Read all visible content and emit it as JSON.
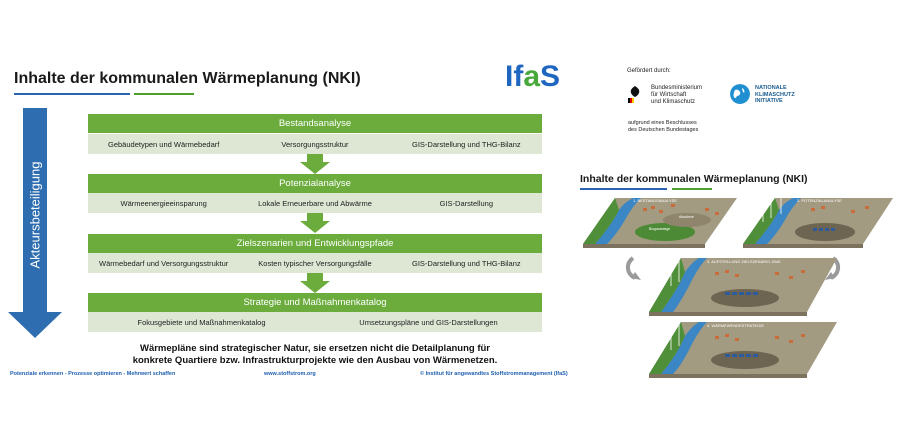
{
  "header": {
    "title": "Inhalte der kommunalen Wärmeplanung (NKI)",
    "logo_part1": "If",
    "logo_part2": "a",
    "logo_part3": "S"
  },
  "side_arrow": {
    "label": "Akteursbeteiligung"
  },
  "steps": [
    {
      "title": "Bestandsanalyse",
      "items": [
        "Gebäudetypen und Wärmebedarf",
        "Versorgungsstruktur",
        "GIS-Darstellung und THG-Bilanz"
      ]
    },
    {
      "title": "Potenzialanalyse",
      "items": [
        "Wärmeenergieeinsparung",
        "Lokale Erneuerbare und Abwärme",
        "GIS-Darstellung"
      ]
    },
    {
      "title": "Zielszenarien und Entwicklungspfade",
      "items": [
        "Wärmebedarf und Versorgungsstruktur",
        "Kosten typischer Versorgungsfälle",
        "GIS-Darstellung und THG-Bilanz"
      ]
    },
    {
      "title": "Strategie und Maßnahmenkatalog",
      "items": [
        "Fokusgebiete und Maßnahmenkatalog",
        "Umsetzungspläne und GIS-Darstellungen"
      ]
    }
  ],
  "footnote": {
    "line1": "Wärmepläne sind strategischer Natur, sie ersetzen nicht die Detailplanung für",
    "line2": "konkrete Quartiere bzw. Infrastrukturprojekte wie den Ausbau von Wärmenetzen."
  },
  "footer": {
    "slogan": "Potenziale erkennen - Prozesse optimieren - Mehrwert schaffen",
    "url": "www.stoffstrom.org",
    "copyright": "© Institut für angewandtes Stoffstrommanagement (IfaS)"
  },
  "funding": {
    "label": "Gefördert durch:",
    "bmwk_line1": "Bundesministerium",
    "bmwk_line2": "für Wirtschaft",
    "bmwk_line3": "und Klimaschutz",
    "nki_line1": "NATIONALE",
    "nki_line2": "KLIMASCHUTZ",
    "nki_line3": "INITIATIVE",
    "beschluss_line1": "aufgrund eines Beschlusses",
    "beschluss_line2": "des Deutschen Bundestages"
  },
  "illustration": {
    "title": "Inhalte der kommunalen Wärmeplanung (NKI)",
    "panels": [
      "1. BESTANDSANALYSE",
      "2. POTENZIALANALYSE",
      "3. AUFSTELLUNG ZIELSZENARIO 2040",
      "4. WÄRMEWENDESTRATEGIE"
    ],
    "tags": [
      "Biogasanlage",
      "Abwärme"
    ]
  },
  "colors": {
    "green": "#6bac3c",
    "light_green": "#dde7d4",
    "blue": "#2e6db0"
  }
}
